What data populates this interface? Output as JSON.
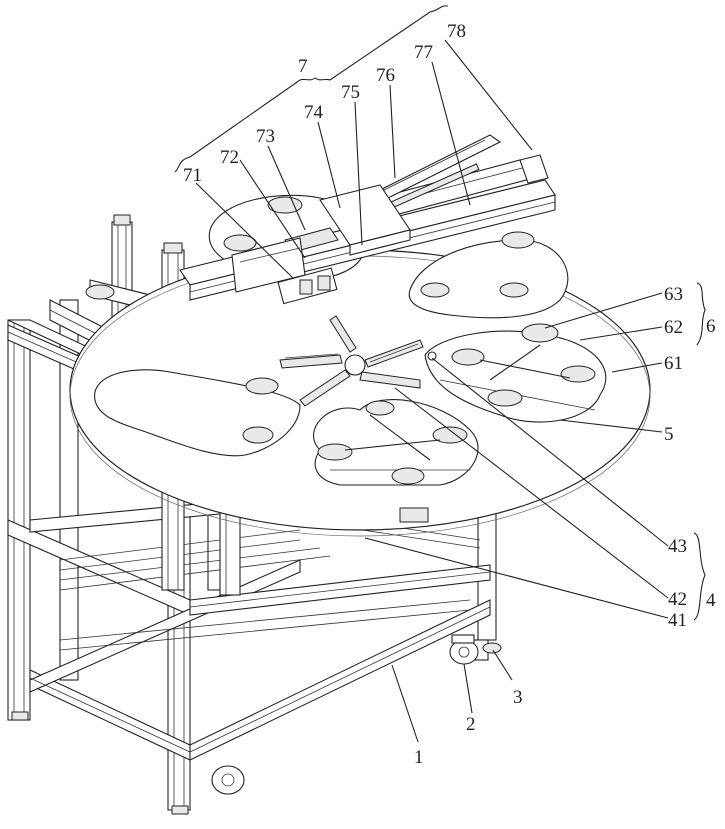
{
  "diagram": {
    "labels": [
      {
        "id": "l78",
        "text": "78"
      },
      {
        "id": "l7",
        "text": "7"
      },
      {
        "id": "l77",
        "text": "77"
      },
      {
        "id": "l76",
        "text": "76"
      },
      {
        "id": "l75",
        "text": "75"
      },
      {
        "id": "l74",
        "text": "74"
      },
      {
        "id": "l73",
        "text": "73"
      },
      {
        "id": "l72",
        "text": "72"
      },
      {
        "id": "l71",
        "text": "71"
      },
      {
        "id": "l63",
        "text": "63"
      },
      {
        "id": "l62",
        "text": "62"
      },
      {
        "id": "l6",
        "text": "6"
      },
      {
        "id": "l61",
        "text": "61"
      },
      {
        "id": "l5",
        "text": "5"
      },
      {
        "id": "l43",
        "text": "43"
      },
      {
        "id": "l42",
        "text": "42"
      },
      {
        "id": "l4",
        "text": "4"
      },
      {
        "id": "l41",
        "text": "41"
      },
      {
        "id": "l3",
        "text": "3"
      },
      {
        "id": "l2",
        "text": "2"
      },
      {
        "id": "l1",
        "text": "1"
      }
    ]
  }
}
